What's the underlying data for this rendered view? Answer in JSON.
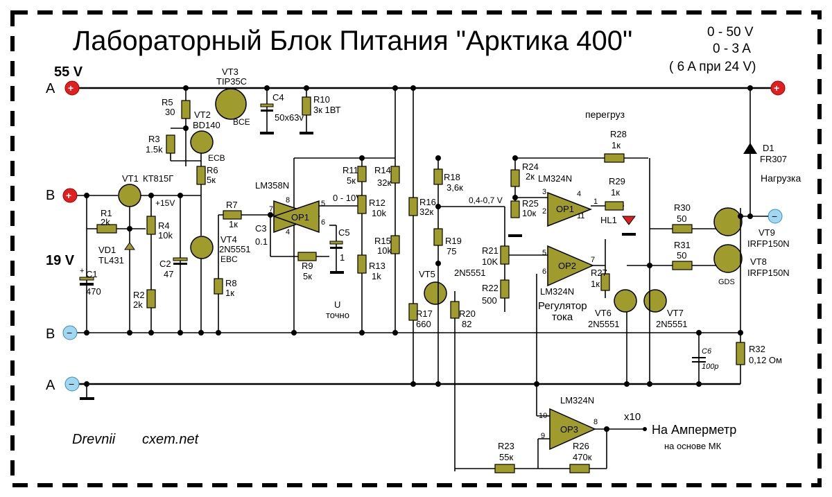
{
  "title": "Лабораторный Блок Питания \"Арктика 400\"",
  "specs": {
    "line1": "0 - 50 V",
    "line2": "0 - 3 A",
    "line3": "( 6 A при 24 V)"
  },
  "rails": {
    "a_plus_voltage": "55 V",
    "b_voltage": "19 V",
    "label_a": "A",
    "label_b": "B",
    "plus15": "+15V"
  },
  "footer": {
    "author": "Drevnii",
    "site": "cxem.net"
  },
  "output": {
    "load": "Нагрузка",
    "overload": "перегруз",
    "ammeter": "На Амперметр",
    "ammeter_sub": "на основе МК",
    "gain": "x10",
    "current_reg_1": "Регулятор",
    "current_reg_2": "тока",
    "u_label": "U",
    "u_fine": "точно",
    "range_0_10": "0 - 10V",
    "range_04_07": "0,4-0,7 V",
    "gds": "GDS"
  },
  "components": {
    "vt3": "VT3",
    "vt3_type": "TIP35C",
    "vt3_pins": "BCE",
    "vt2": "VT2",
    "vt2_type": "BD140",
    "vt2_pins": "ECB",
    "vt1": "VT1",
    "vt1_type": "КТ815Г",
    "vt4": "VT4",
    "vt4_type": "2N5551",
    "vt4_pins": "EBC",
    "vt5": "VT5",
    "vt5_type": "2N5551",
    "vt6": "VT6",
    "vt6_type": "2N5551",
    "vt7": "VT7",
    "vt7_type": "2N5551",
    "vt8": "VT8",
    "vt8_type": "IRFP150N",
    "vt9": "VT9",
    "vt9_type": "IRFP150N",
    "vd1": "VD1",
    "vd1_type": "TL431",
    "d1": "D1",
    "d1_type": "FR307",
    "hl1": "HL1",
    "op1a": "OP1",
    "op1a_type": "LM358N",
    "op1b": "OP1",
    "op1b_type": "LM324N",
    "op2": "OP2",
    "op2_type": "LM324N",
    "op3": "OP3",
    "op3_type": "LM324N",
    "r5": "R5",
    "r5v": "30",
    "r3": "R3",
    "r3v": "1.5k",
    "r6": "R6",
    "r6v": "5к",
    "r1": "R1",
    "r1v": "2k",
    "r4": "R4",
    "r4v": "10k",
    "r2": "R2",
    "r2v": "2k",
    "r7": "R7",
    "r7v": "1к",
    "r8": "R8",
    "r8v": "1к",
    "r9": "R9",
    "r9v": "5к",
    "r10": "R10",
    "r10v": "3к 1ВТ",
    "r11": "R11",
    "r11v": "5к",
    "r12": "R12",
    "r12v": "10k",
    "r13": "R13",
    "r13v": "1k",
    "r14": "R14",
    "r14v": "32к",
    "r15": "R15",
    "r15v": "10k",
    "r16": "R16",
    "r16v": "32к",
    "r17": "R17",
    "r17v": "660",
    "r18": "R18",
    "r18v": "3,6к",
    "r19": "R19",
    "r19v": "75",
    "r20": "R20",
    "r20v": "82",
    "r21": "R21",
    "r21v": "10K",
    "r22": "R22",
    "r22v": "500",
    "r23": "R23",
    "r23v": "55к",
    "r24": "R24",
    "r24v": "2к",
    "r25": "R25",
    "r25v": "10к",
    "r26": "R26",
    "r26v": "470к",
    "r27": "R27",
    "r27v": "1к",
    "r28": "R28",
    "r28v": "1к",
    "r29": "R29",
    "r29v": "1к",
    "r30": "R30",
    "r30v": "50",
    "r31": "R31",
    "r31v": "50",
    "r32": "R32",
    "r32v": "0,12 Ом",
    "c1": "C1",
    "c1v": "470",
    "c2": "C2",
    "c2v": "47",
    "c3": "C3",
    "c3v": "0.1",
    "c4": "C4",
    "c4v": "50х63v",
    "c5": "C5",
    "c5v": "1",
    "c6": "C6",
    "c6v": "100p"
  },
  "pins": {
    "op1a_8": "8",
    "op1a_7": "7",
    "op1a_5": "5",
    "op1a_6": "6",
    "op1a_4": "4",
    "op1b_3": "3",
    "op1b_2": "2",
    "op1b_1": "1",
    "op1b_4": "4",
    "op1b_11": "11",
    "op2_5": "5",
    "op2_6": "6",
    "op2_7": "7",
    "op3_10": "10",
    "op3_9": "9",
    "op3_8": "8"
  },
  "colors": {
    "component": "#9f9b2d",
    "terminal_pos": "#e02020",
    "terminal_neg": "#9fd8f0"
  }
}
